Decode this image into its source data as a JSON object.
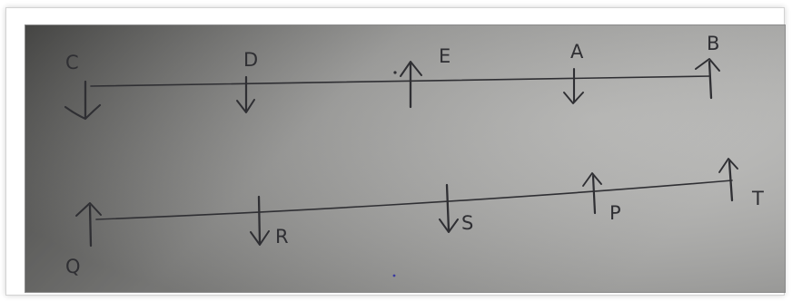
{
  "diagram": {
    "colors": {
      "paper_light": "#b7b7b5",
      "paper_dark": "#595957",
      "ink": "#2f2f33"
    },
    "beam_top": {
      "forces": [
        {
          "label": "C",
          "direction": "down"
        },
        {
          "label": "D",
          "direction": "down"
        },
        {
          "label": "E",
          "direction": "up"
        },
        {
          "label": "A",
          "direction": "down"
        },
        {
          "label": "B",
          "direction": "up"
        }
      ]
    },
    "beam_bottom": {
      "forces": [
        {
          "label": "Q",
          "direction": "up"
        },
        {
          "label": "R",
          "direction": "down"
        },
        {
          "label": "S",
          "direction": "down"
        },
        {
          "label": "P",
          "direction": "up"
        },
        {
          "label": "T",
          "direction": "up"
        }
      ]
    }
  }
}
